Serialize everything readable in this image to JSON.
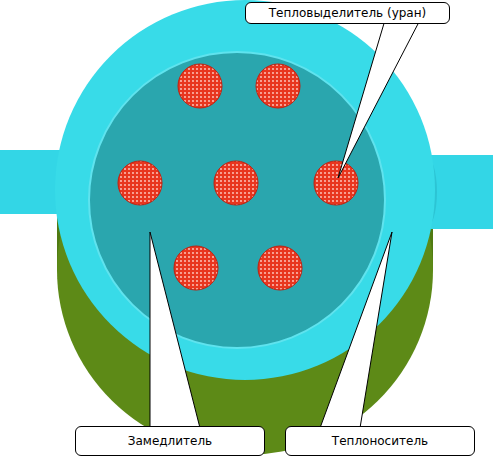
{
  "diagram": {
    "nodes": [
      {
        "text": [
          "Тепловыделитель (уран)"
        ]
      },
      {
        "text": [
          "Замедлитель"
        ]
      },
      {
        "text": [
          "Теплоноситель"
        ]
      }
    ]
  }
}
